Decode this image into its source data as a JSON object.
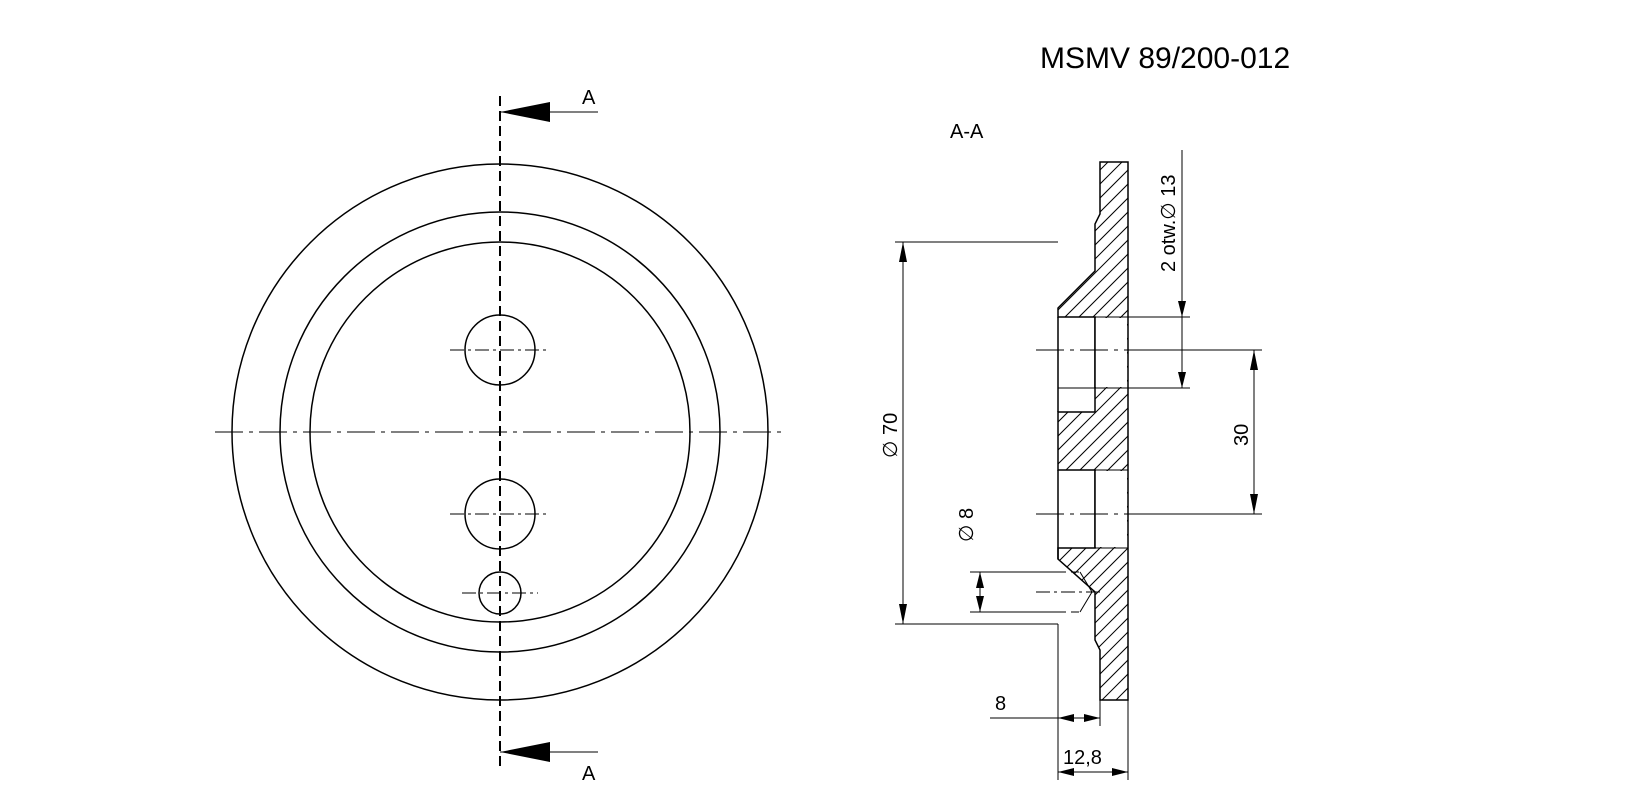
{
  "drawing": {
    "drawing_number": "MSMV 89/200-012",
    "section_label": "A-A",
    "cut_labels": [
      "A",
      "A"
    ],
    "dimensions": {
      "outer_diameter": "∅ 70",
      "holes_note": "2 otw.∅ 13",
      "hole_spacing": "30",
      "small_hole": "∅ 8",
      "flange_step": "8",
      "total_thickness": "12,8"
    }
  }
}
